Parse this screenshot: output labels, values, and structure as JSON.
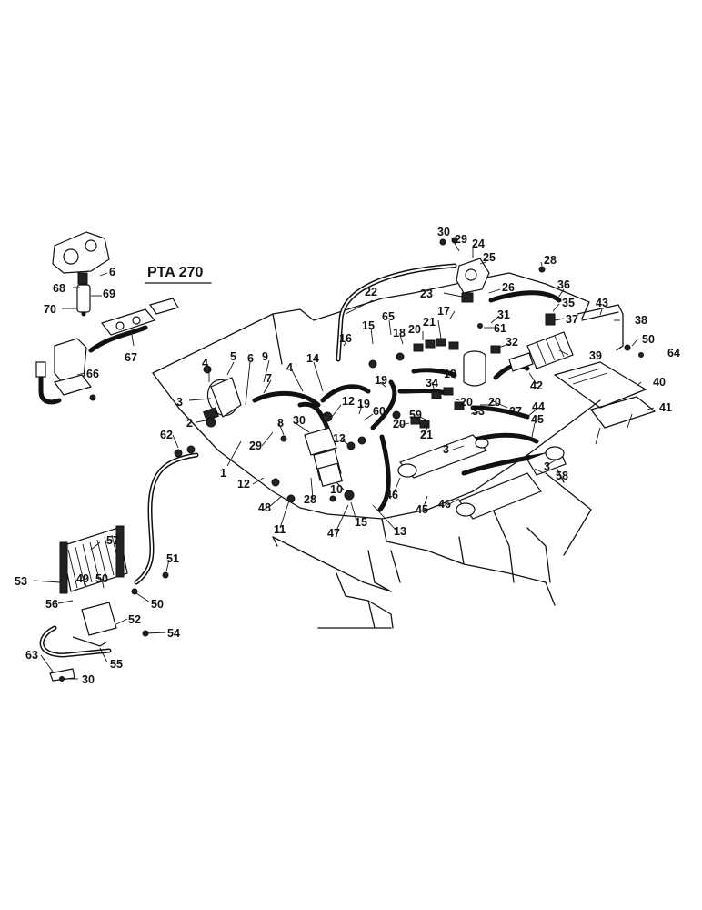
{
  "title": "PTA 270",
  "callouts": [
    {
      "id": "c30a",
      "text": "30"
    },
    {
      "id": "c29a",
      "text": "29"
    },
    {
      "id": "c24",
      "text": "24"
    },
    {
      "id": "c25",
      "text": "25"
    },
    {
      "id": "c28a",
      "text": "28"
    },
    {
      "id": "c6a",
      "text": "6"
    },
    {
      "id": "c68",
      "text": "68"
    },
    {
      "id": "c69",
      "text": "69"
    },
    {
      "id": "c70",
      "text": "70"
    },
    {
      "id": "c22",
      "text": "22"
    },
    {
      "id": "c26",
      "text": "26"
    },
    {
      "id": "c23",
      "text": "23"
    },
    {
      "id": "c36",
      "text": "36"
    },
    {
      "id": "c43",
      "text": "43"
    },
    {
      "id": "c17",
      "text": "17"
    },
    {
      "id": "c35",
      "text": "35"
    },
    {
      "id": "c31",
      "text": "31"
    },
    {
      "id": "c61",
      "text": "61"
    },
    {
      "id": "c37",
      "text": "37"
    },
    {
      "id": "c38",
      "text": "38"
    },
    {
      "id": "c67",
      "text": "67"
    },
    {
      "id": "c65",
      "text": "65"
    },
    {
      "id": "c15a",
      "text": "15"
    },
    {
      "id": "c18",
      "text": "18"
    },
    {
      "id": "c21a",
      "text": "21"
    },
    {
      "id": "c20a",
      "text": "20"
    },
    {
      "id": "c32",
      "text": "32"
    },
    {
      "id": "c50a",
      "text": "50"
    },
    {
      "id": "c64",
      "text": "64"
    },
    {
      "id": "c16",
      "text": "16"
    },
    {
      "id": "c39",
      "text": "39"
    },
    {
      "id": "c66",
      "text": "66"
    },
    {
      "id": "c9",
      "text": "9"
    },
    {
      "id": "c5",
      "text": "5"
    },
    {
      "id": "c6b",
      "text": "6"
    },
    {
      "id": "c14",
      "text": "14"
    },
    {
      "id": "c4a",
      "text": "4"
    },
    {
      "id": "c4b",
      "text": "4"
    },
    {
      "id": "c19a",
      "text": "19"
    },
    {
      "id": "c19b",
      "text": "19"
    },
    {
      "id": "c40",
      "text": "40"
    },
    {
      "id": "c7",
      "text": "7"
    },
    {
      "id": "c34",
      "text": "34"
    },
    {
      "id": "c20b",
      "text": "20"
    },
    {
      "id": "c27",
      "text": "27"
    },
    {
      "id": "c42",
      "text": "42"
    },
    {
      "id": "c12a",
      "text": "12"
    },
    {
      "id": "c19c",
      "text": "19"
    },
    {
      "id": "c20c",
      "text": "20"
    },
    {
      "id": "c44",
      "text": "44"
    },
    {
      "id": "c41",
      "text": "41"
    },
    {
      "id": "c3a",
      "text": "3"
    },
    {
      "id": "c30b",
      "text": "30"
    },
    {
      "id": "c60",
      "text": "60"
    },
    {
      "id": "c33",
      "text": "33"
    },
    {
      "id": "c45a",
      "text": "45"
    },
    {
      "id": "c2",
      "text": "2"
    },
    {
      "id": "c8",
      "text": "8"
    },
    {
      "id": "c59",
      "text": "59"
    },
    {
      "id": "c20d",
      "text": "20"
    },
    {
      "id": "c13a",
      "text": "13"
    },
    {
      "id": "c21b",
      "text": "21"
    },
    {
      "id": "c62",
      "text": "62"
    },
    {
      "id": "c3b",
      "text": "3"
    },
    {
      "id": "c3c",
      "text": "3"
    },
    {
      "id": "c29b",
      "text": "29"
    },
    {
      "id": "c1",
      "text": "1"
    },
    {
      "id": "c58",
      "text": "58"
    },
    {
      "id": "c12b",
      "text": "12"
    },
    {
      "id": "c10",
      "text": "10"
    },
    {
      "id": "c46a",
      "text": "46"
    },
    {
      "id": "c28b",
      "text": "28"
    },
    {
      "id": "c48",
      "text": "48"
    },
    {
      "id": "c46b",
      "text": "46"
    },
    {
      "id": "c45b",
      "text": "45"
    },
    {
      "id": "c11",
      "text": "11"
    },
    {
      "id": "c15b",
      "text": "15"
    },
    {
      "id": "c13b",
      "text": "13"
    },
    {
      "id": "c47",
      "text": "47"
    },
    {
      "id": "c57",
      "text": "57"
    },
    {
      "id": "c51",
      "text": "51"
    },
    {
      "id": "c53",
      "text": "53"
    },
    {
      "id": "c49",
      "text": "49"
    },
    {
      "id": "c50b",
      "text": "50"
    },
    {
      "id": "c56",
      "text": "56"
    },
    {
      "id": "c50c",
      "text": "50"
    },
    {
      "id": "c52",
      "text": "52"
    },
    {
      "id": "c54",
      "text": "54"
    },
    {
      "id": "c63",
      "text": "63"
    },
    {
      "id": "c55",
      "text": "55"
    },
    {
      "id": "c30c",
      "text": "30"
    }
  ]
}
